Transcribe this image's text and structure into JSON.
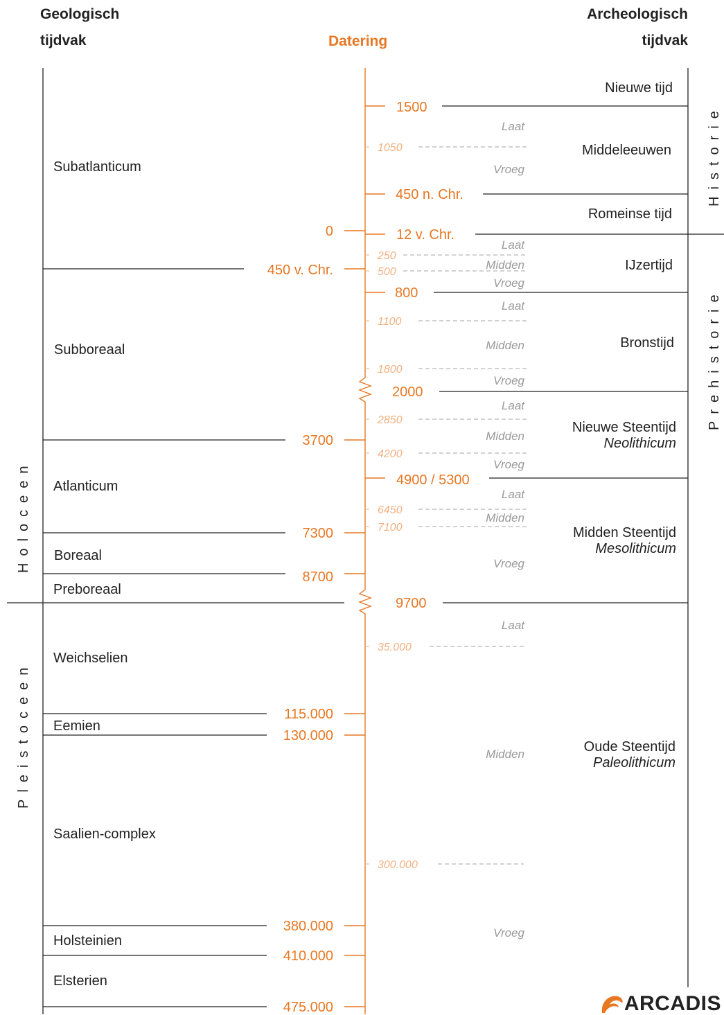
{
  "header": {
    "geo_title_line1": "Geologisch",
    "geo_title_line2": "tijdvak",
    "dating_title": "Datering",
    "arch_title_line1": "Archeologisch",
    "arch_title_line2": "tijdvak"
  },
  "vertical_labels": {
    "holoceen": "Holoceen",
    "pleistoceen": "Pleistoceen",
    "historie": "Historie",
    "prehistorie": "Prehistorie"
  },
  "geo_periods": [
    {
      "label": "Subatlanticum"
    },
    {
      "label": "Subboreaal"
    },
    {
      "label": "Atlanticum"
    },
    {
      "label": "Boreaal"
    },
    {
      "label": "Preboreaal"
    },
    {
      "label": "Weichselien"
    },
    {
      "label": "Eemien"
    },
    {
      "label": "Saalien-complex"
    },
    {
      "label": "Holsteinien"
    },
    {
      "label": "Elsterien"
    }
  ],
  "geo_dates": [
    "0",
    "450 v. Chr.",
    "3700",
    "7300",
    "8700",
    "115.000",
    "130.000",
    "380.000",
    "410.000",
    "475.000"
  ],
  "arch_dates": [
    "1500",
    "450 n. Chr.",
    "12 v. Chr.",
    "800",
    "2000",
    "4900 / 5300",
    "9700"
  ],
  "sub_dates": [
    "1050",
    "250",
    "500",
    "1100",
    "1800",
    "2850",
    "4200",
    "6450",
    "7100",
    "35.000",
    "300.000"
  ],
  "sub_phases": [
    "Laat",
    "Vroeg",
    "Laat",
    "Midden",
    "Vroeg",
    "Laat",
    "Midden",
    "Vroeg",
    "Laat",
    "Midden",
    "Vroeg",
    "Laat",
    "Midden",
    "Vroeg",
    "Laat",
    "Midden",
    "Vroeg"
  ],
  "arch_periods": [
    {
      "label": "Nieuwe tijd"
    },
    {
      "label": "Middeleeuwen"
    },
    {
      "label": "Romeinse tijd"
    },
    {
      "label": "IJzertijd"
    },
    {
      "label": "Bronstijd"
    },
    {
      "label": "Nieuwe Steentijd",
      "italic": "Neolithicum"
    },
    {
      "label": "Midden Steentijd",
      "italic": "Mesolithicum"
    },
    {
      "label": "Oude Steentijd",
      "italic": "Paleolithicum"
    }
  ],
  "logo": {
    "text": "ARCADIS"
  },
  "colors": {
    "accent": "#e87722",
    "accent_light": "#f3b080",
    "line": "#222222",
    "dash": "#b8b8b8",
    "phase": "#9a9a9a"
  }
}
